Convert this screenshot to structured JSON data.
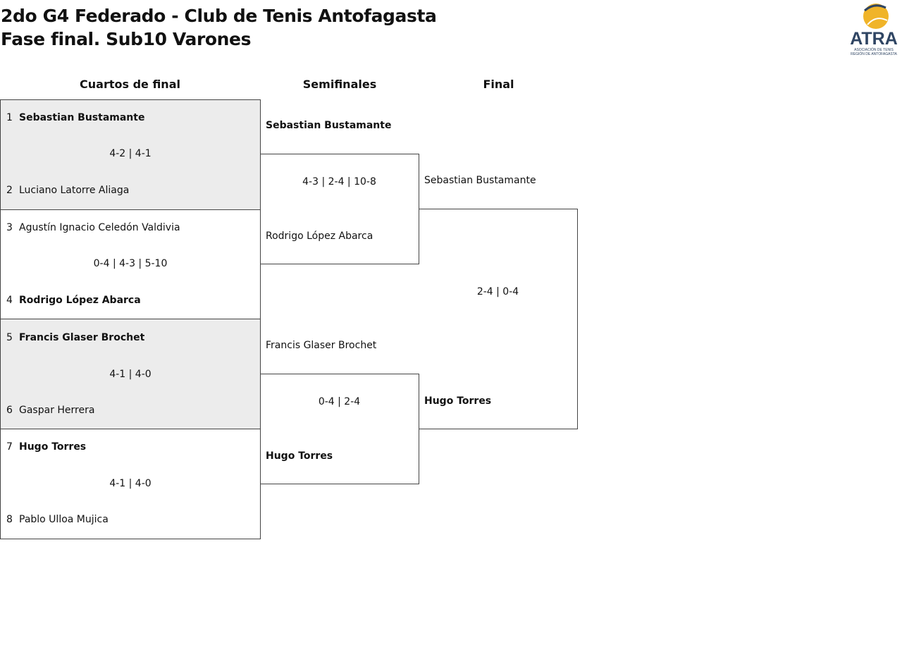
{
  "header": {
    "title_line1": "2do G4 Federado - Club de Tenis Antofagasta",
    "title_line2": "Fase final. Sub10 Varones",
    "logo_text": "ATRA",
    "logo_subtext": "ASOCIACIÓN DE TENIS REGIÓN DE ANTOFAGASTA"
  },
  "columns": {
    "quarterfinals": "Cuartos de final",
    "semifinals": "Semifinales",
    "final": "Final"
  },
  "quarterfinals": [
    {
      "seed_a": "1",
      "player_a": "Sebastian Bustamante",
      "winner_a": true,
      "score": "4-2 | 4-1",
      "seed_b": "2",
      "player_b": "Luciano Latorre Aliaga",
      "winner_b": false
    },
    {
      "seed_a": "3",
      "player_a": "Agustín Ignacio Celedón Valdivia",
      "winner_a": false,
      "score": "0-4 | 4-3 | 5-10",
      "seed_b": "4",
      "player_b": "Rodrigo López Abarca",
      "winner_b": true
    },
    {
      "seed_a": "5",
      "player_a": "Francis Glaser Brochet",
      "winner_a": true,
      "score": "4-1 | 4-0",
      "seed_b": "6",
      "player_b": "Gaspar Herrera",
      "winner_b": false
    },
    {
      "seed_a": "7",
      "player_a": "Hugo Torres",
      "winner_a": true,
      "score": "4-1 | 4-0",
      "seed_b": "8",
      "player_b": "Pablo Ulloa Mujica",
      "winner_b": false
    }
  ],
  "semifinals": [
    {
      "player_a": "Sebastian Bustamante",
      "winner_a": true,
      "score": "4-3 | 2-4 | 10-8",
      "player_b": "Rodrigo López Abarca",
      "winner_b": false
    },
    {
      "player_a": "Francis Glaser Brochet",
      "winner_a": false,
      "score": "0-4 | 2-4",
      "player_b": "Hugo Torres",
      "winner_b": true
    }
  ],
  "final": {
    "player_a": "Sebastian Bustamante",
    "winner_a": false,
    "score": "2-4 | 0-4",
    "player_b": "Hugo Torres",
    "winner_b": true
  },
  "colors": {
    "shaded_row": "#ececec",
    "logo_navy": "#2f4563",
    "logo_gold": "#f0b429"
  }
}
